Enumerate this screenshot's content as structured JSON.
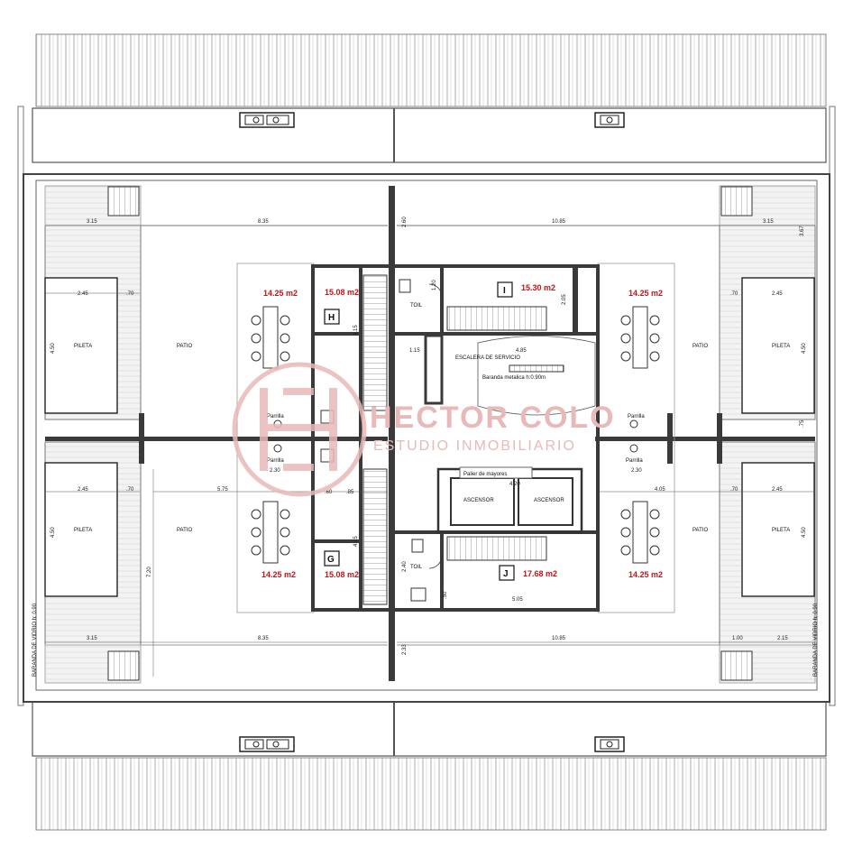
{
  "watermark": {
    "brand_line1": "HECTOR COLO",
    "brand_line2": "ESTUDIO INMOBILIARIO",
    "accent_color": "#e8b9b9"
  },
  "colors": {
    "area_text": "#c0151b",
    "wall": "#3a3a3a",
    "line": "#666666"
  },
  "units": {
    "H": {
      "letter": "H",
      "area": "15.08 m2",
      "terrace_area": "14.25 m2"
    },
    "I": {
      "letter": "I",
      "area": "15.30 m2",
      "terrace_area": "14.25 m2"
    },
    "G": {
      "letter": "G",
      "area": "15.08 m2",
      "terrace_area": "14.25 m2"
    },
    "J": {
      "letter": "J",
      "area": "17.68 m2",
      "terrace_area": "14.25 m2"
    }
  },
  "labels": {
    "pileta": "PILETA",
    "patio": "PATIO",
    "parrilla": "Parrilla",
    "toil": "TOIL",
    "ascensor": "ASCENSOR",
    "escalera": "ESCALERA DE SERVICIO",
    "baranda": "Baranda metalica h:0.90m",
    "palier": "Palier de mayores",
    "baranda_vidrio": "BARANDA DE VIDRIO h: 0.90"
  },
  "dimensions": {
    "d315": "3.15",
    "d835": "8.35",
    "d1085": "10.85",
    "d245": "2.45",
    "d70": ".70",
    "d450": "4.50",
    "d230": "2.30",
    "d575": "5.75",
    "d405": "4.05",
    "d505": "5.05",
    "d720": "7.20",
    "d485": "4.85",
    "d420": "4.20",
    "d215": "2.15",
    "d100": "1.00",
    "d260": "2.60",
    "d233": "2.33",
    "d415": "4.15",
    "d205": "2.05",
    "d120": "1.20",
    "d115": "1.15",
    "d240": "2.40",
    "d75": ".75",
    "d85": ".85",
    "d60": ".60",
    "d50": ".50",
    "d367": "3.67"
  }
}
